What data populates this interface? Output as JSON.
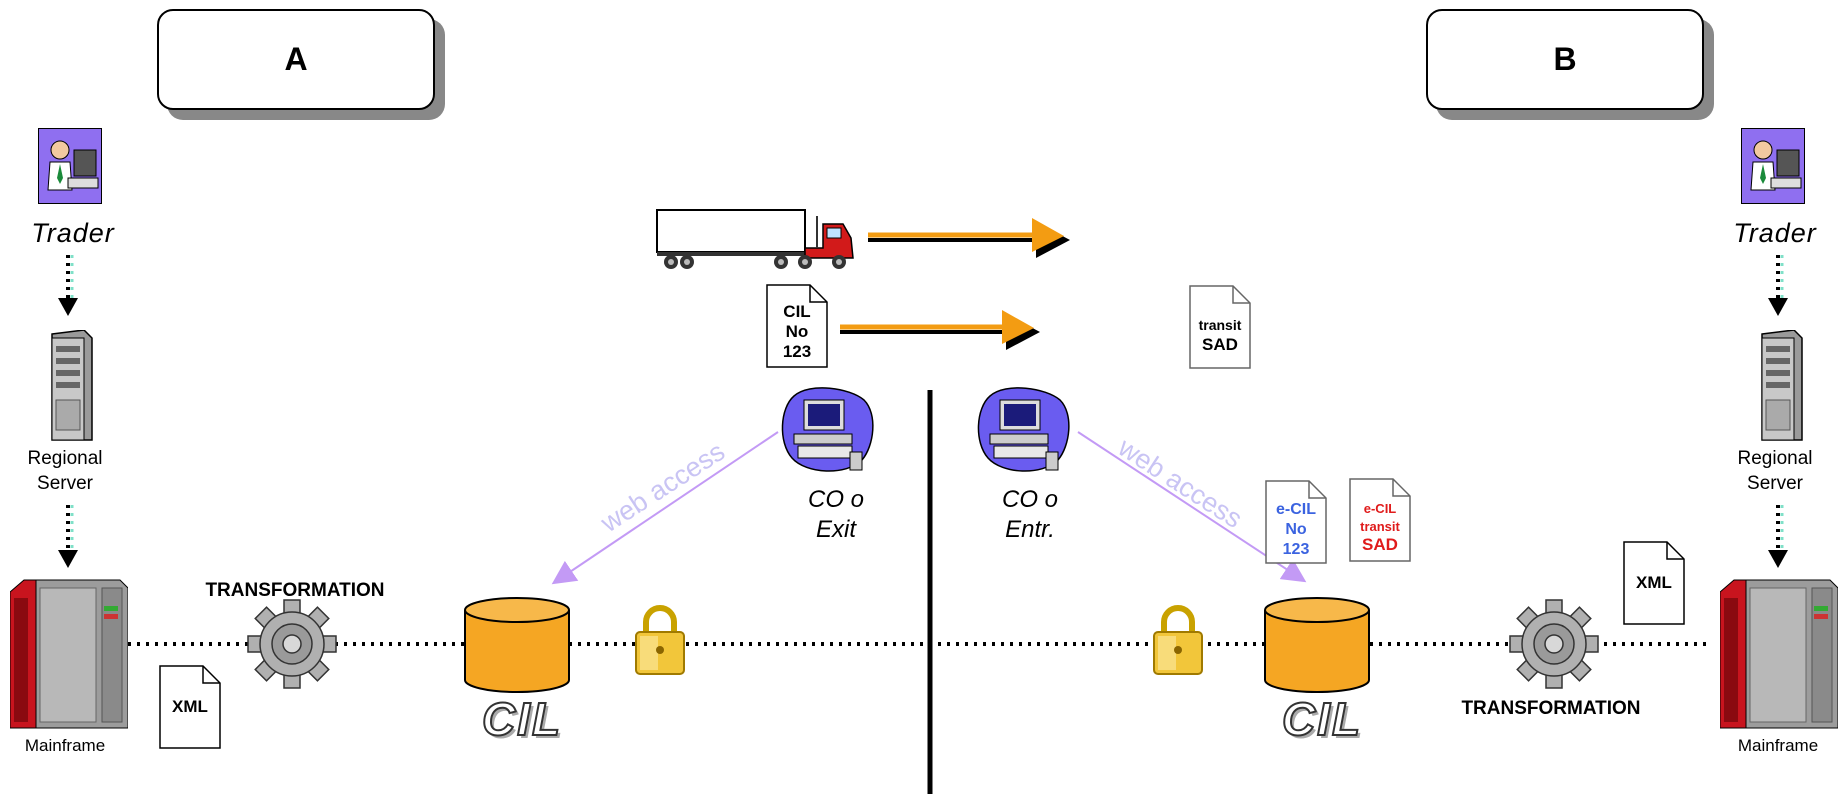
{
  "side_a": {
    "title": "A"
  },
  "side_b": {
    "title": "B"
  },
  "trader_label": "Trader",
  "regional_server_label": [
    "Regional",
    "Server"
  ],
  "mainframe_label": "Mainframe",
  "transformation_label": "TRANSFORMATION",
  "xml_label": "XML",
  "cil_label": "CIL",
  "web_access_label": "web access",
  "co_exit_label": [
    "CO o",
    "Exit"
  ],
  "co_entry_label": [
    "CO o",
    "Entr."
  ],
  "cil_doc": [
    "CIL",
    "No",
    "123"
  ],
  "transit_doc": [
    "transit",
    "SAD"
  ],
  "ecil_doc": [
    "e-CIL",
    "No",
    "123"
  ],
  "ecil_transit_doc": [
    "e-CIL",
    "transit",
    "SAD"
  ],
  "colors": {
    "arrow_orange": "#f39c12",
    "database_orange": "#f5a623",
    "web_access_purple": "#c39af5",
    "ecil_blue": "#3b63e0",
    "ecil_red": "#e01b1b",
    "mainframe_red": "#c8141e"
  }
}
